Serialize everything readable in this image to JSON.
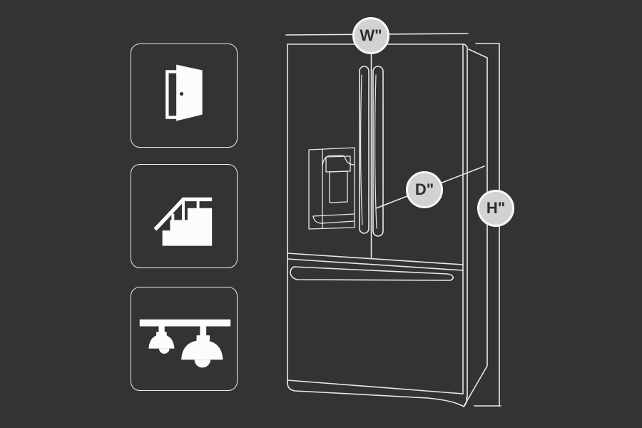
{
  "page": {
    "background_color": "#333333",
    "line_color": "#e8e8e8",
    "icon_color": "#fcfcfc"
  },
  "tiles": [
    {
      "id": "doorway",
      "icon": "open-door-icon"
    },
    {
      "id": "stairway",
      "icon": "stairs-icon"
    },
    {
      "id": "lighting",
      "icon": "ceiling-lights-icon"
    }
  ],
  "measurements": {
    "width_label": "W\"",
    "depth_label": "D\"",
    "height_label": "H\""
  },
  "badge_style": {
    "fill": "#d2d2d2",
    "ring": "#f7f7f7",
    "text_color": "#2e2e2e"
  },
  "artwork": {
    "subject": "french-door-refrigerator-outline"
  }
}
